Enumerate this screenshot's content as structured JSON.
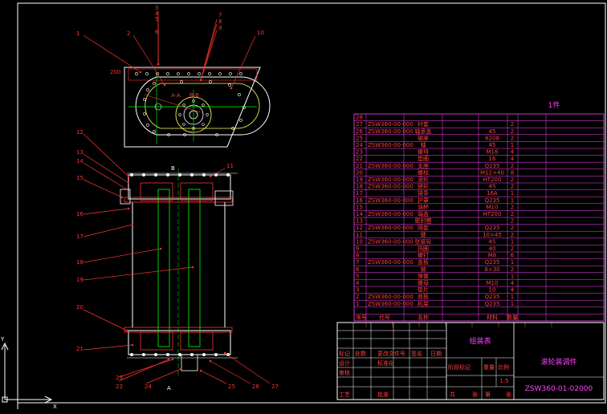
{
  "part_labels": [
    "1",
    "2",
    "3",
    "4",
    "5",
    "6",
    "7",
    "8",
    "9",
    "10",
    "11",
    "12",
    "13",
    "14",
    "15",
    "16",
    "17",
    "18",
    "19",
    "20",
    "21",
    "22",
    "23",
    "24",
    "25",
    "26",
    "27"
  ],
  "view_letters": {
    "top": "B",
    "bottom": "A"
  },
  "mini_marks": [
    "A-A",
    "B-B"
  ],
  "sheet": {
    "count_text": "1件",
    "title_cell": "组装表",
    "drawing_name": "滚轮装调件",
    "drawing_code": "ZSW360-01-02000",
    "sign_rows": [
      [
        "标记",
        "处数",
        "更改文件号",
        "签名",
        "日期"
      ],
      [
        "设计",
        "",
        "标准化",
        "",
        ""
      ],
      [
        "审核",
        "",
        "",
        "",
        ""
      ],
      [
        "工艺",
        "",
        "批准",
        "",
        ""
      ]
    ],
    "stage_labels": [
      "阶段标记",
      "重量",
      "比例"
    ],
    "sheet_labels": [
      "共",
      "张",
      "第",
      "张"
    ],
    "scale": "1:5"
  },
  "bom": {
    "rows": [
      {
        "no": "28",
        "code": "",
        "name": "",
        "spec": "",
        "qty": ""
      },
      {
        "no": "27",
        "code": "ZSW360-00-000",
        "name": "衬套",
        "spec": "",
        "qty": "2"
      },
      {
        "no": "26",
        "code": "ZSW360-00-000",
        "name": "轴承盖",
        "spec": "45",
        "qty": "2"
      },
      {
        "no": "25",
        "code": "",
        "name": "轴承",
        "spec": "6208",
        "qty": "2"
      },
      {
        "no": "24",
        "code": "ZSW360-00-000",
        "name": "轴",
        "spec": "45",
        "qty": "1"
      },
      {
        "no": "23",
        "code": "",
        "name": "螺母",
        "spec": "M16",
        "qty": "4"
      },
      {
        "no": "22",
        "code": "",
        "name": "垫圈",
        "spec": "16",
        "qty": "4"
      },
      {
        "no": "21",
        "code": "ZSW360-00-000",
        "name": "支座",
        "spec": "Q235",
        "qty": "2"
      },
      {
        "no": "20",
        "code": "",
        "name": "螺栓",
        "spec": "M12×40",
        "qty": "8"
      },
      {
        "no": "19",
        "code": "ZSW360-00-000",
        "name": "滚轮",
        "spec": "HT200",
        "qty": "2"
      },
      {
        "no": "18",
        "code": "ZSW360-00-000",
        "name": "链轮",
        "spec": "45",
        "qty": "2"
      },
      {
        "no": "17",
        "code": "",
        "name": "链条",
        "spec": "16A",
        "qty": "1"
      },
      {
        "no": "16",
        "code": "ZSW360-00-000",
        "name": "护罩",
        "spec": "Q235",
        "qty": "1"
      },
      {
        "no": "15",
        "code": "",
        "name": "油杯",
        "spec": "M10",
        "qty": "2"
      },
      {
        "no": "14",
        "code": "ZSW360-00-000",
        "name": "端盖",
        "spec": "HT200",
        "qty": "2"
      },
      {
        "no": "13",
        "code": "",
        "name": "密封圈",
        "spec": "",
        "qty": "2"
      },
      {
        "no": "12",
        "code": "ZSW360-00-000",
        "name": "隔套",
        "spec": "Q235",
        "qty": "2"
      },
      {
        "no": "11",
        "code": "",
        "name": "键",
        "spec": "10×45",
        "qty": "2"
      },
      {
        "no": "10",
        "code": "ZSW360-00-000",
        "name": "张紧轮",
        "spec": "45",
        "qty": "1"
      },
      {
        "no": "9",
        "code": "",
        "name": "挡圈",
        "spec": "40",
        "qty": "2"
      },
      {
        "no": "8",
        "code": "",
        "name": "螺钉",
        "spec": "M8",
        "qty": "6"
      },
      {
        "no": "7",
        "code": "ZSW360-00-000",
        "name": "盖板",
        "spec": "Q235",
        "qty": "1"
      },
      {
        "no": "6",
        "code": "",
        "name": "销",
        "spec": "8×30",
        "qty": "2"
      },
      {
        "no": "5",
        "code": "",
        "name": "弹簧",
        "spec": "",
        "qty": "1"
      },
      {
        "no": "4",
        "code": "",
        "name": "螺母",
        "spec": "M10",
        "qty": "4"
      },
      {
        "no": "3",
        "code": "",
        "name": "垫片",
        "spec": "10",
        "qty": "4"
      },
      {
        "no": "2",
        "code": "ZSW360-00-000",
        "name": "底板",
        "spec": "Q235",
        "qty": "1"
      },
      {
        "no": "1",
        "code": "ZSW360-00-000",
        "name": "机架",
        "spec": "Q235",
        "qty": "1"
      }
    ],
    "header": {
      "no": "序号",
      "code": "代号",
      "name": "名称",
      "spec": "材料",
      "qty": "数量"
    }
  }
}
